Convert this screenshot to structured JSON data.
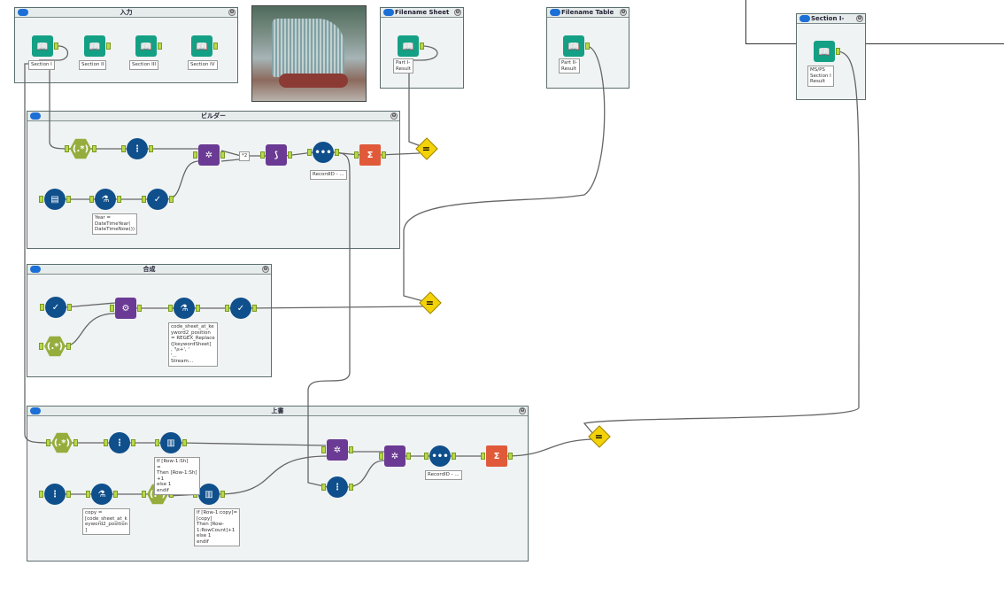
{
  "containers": {
    "input": {
      "title": "入力"
    },
    "builder": {
      "title": "ビルダー"
    },
    "compose": {
      "title": "合成"
    },
    "overwrite": {
      "title": "上書"
    },
    "filename_sheet": {
      "title": "Filename Sheet"
    },
    "filename_table": {
      "title": "Filename Table"
    },
    "section_i": {
      "title": "Section I-"
    }
  },
  "labels": {
    "sec1": "Section I",
    "sec2": "Section II",
    "sec3": "Section III",
    "sec4": "Section IV",
    "part1": "Part I-\nResult",
    "part2": "Part II-\nResult",
    "secI": "MS/PS\nSection I\nResult",
    "b_rec": "RecordID - ...",
    "b_year": "Year =\nDateTimeYear(\nDateTimeNow())",
    "b_mul": "*2",
    "c_formula": "code_sheet_at_ke\nyword2_position\n= REGEX_Replace\n([keywordSheet]\n, '\\s+', '\n'...\nStream...",
    "o_rec": "RecordID - ...",
    "o_mr1": "If [Row-1:Sh]\n=\nThen [Row-1:Sh]\n+1\nelse 1\nendif",
    "o_formula": "copy =\n[code_sheet_at_k\neyword2_position\n]",
    "o_mr2": "If [Row-1:copy]=\n[copy]\nThen [Row-\n1:RowCount]+1\nelse 1\nendif"
  },
  "colors": {
    "tool_blue": "#0f4f8c",
    "regex_green": "#95ad3c",
    "input_teal": "#14a085",
    "join_purple": "#6a3a94",
    "summarize_red": "#e05a3a",
    "join_yellow": "#f4d20a"
  }
}
